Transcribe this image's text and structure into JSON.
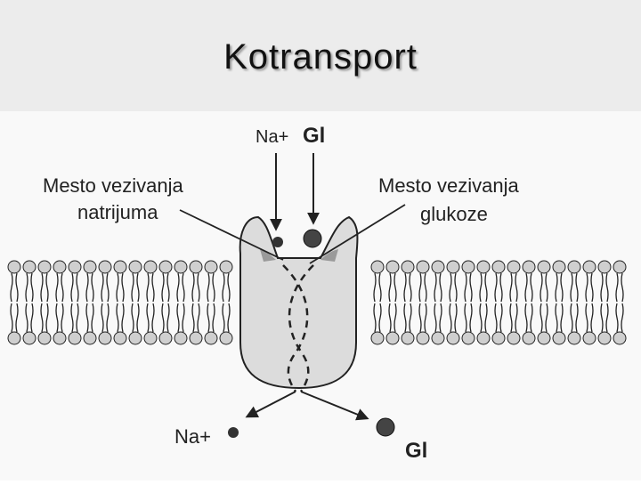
{
  "slide": {
    "title": "Kotransport"
  },
  "diagram": {
    "label_na_top": "Na+",
    "label_gl_top": "Gl",
    "label_site_sodium_line1": "Mesto vezivanja",
    "label_site_sodium_line2": "natrijuma",
    "label_site_glucose_line1": "Mesto vezivanja",
    "label_site_glucose_line2": "glukoze",
    "label_na_bottom": "Na+",
    "label_gl_bottom": "Gl"
  },
  "colors": {
    "protein_fill": "#dcdcdc",
    "lipid_head": "#cfcfcf",
    "ink": "#222222"
  }
}
